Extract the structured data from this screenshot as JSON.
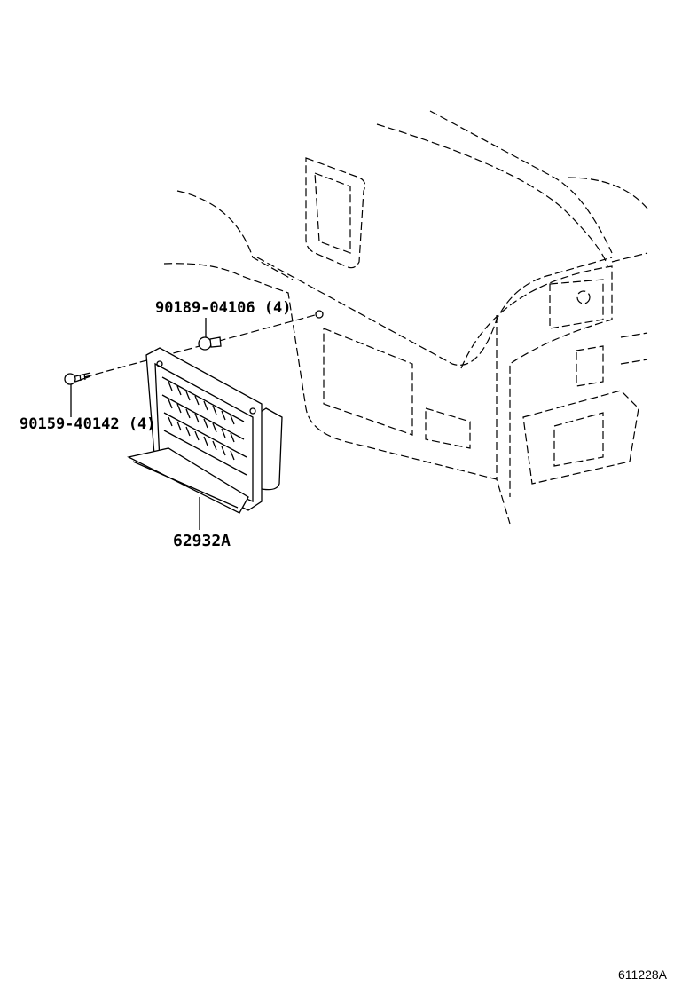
{
  "callouts": [
    {
      "part_number": "90189-04106 (4)"
    },
    {
      "part_number": "90159-40142 (4)"
    },
    {
      "part_number": "62932A"
    }
  ],
  "diagram_ref": "611228A"
}
